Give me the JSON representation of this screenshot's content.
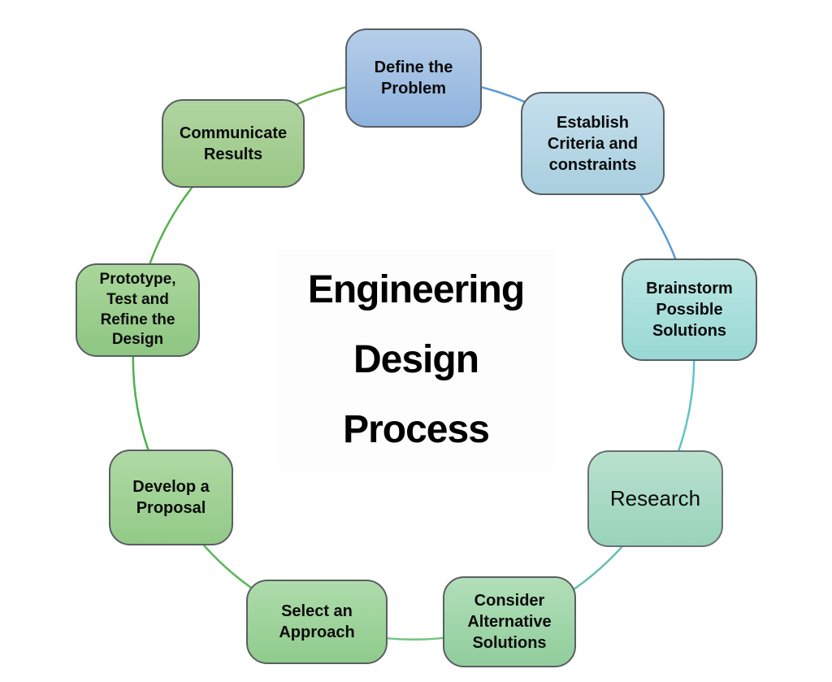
{
  "title": {
    "lines": [
      "Engineering",
      "Design",
      "Process"
    ],
    "color": "#000000"
  },
  "steps": [
    {
      "label": "Define the\nProblem",
      "fill_top": "#b6cee9",
      "fill_bottom": "#8eb2de",
      "border": "#5a5f63"
    },
    {
      "label": "Establish\nCriteria and\nconstraints",
      "fill_top": "#c5dfec",
      "fill_bottom": "#a9cfdf",
      "border": "#5a5f63"
    },
    {
      "label": "Brainstorm\nPossible\nSolutions",
      "fill_top": "#bde7e4",
      "fill_bottom": "#98d8d3",
      "border": "#5a5f63"
    },
    {
      "label": "Research",
      "fill_top": "#b8e1ce",
      "fill_bottom": "#99d3ba",
      "border": "#6b7073"
    },
    {
      "label": "Consider\nAlternative\nSolutions",
      "fill_top": "#b1dfb8",
      "fill_bottom": "#91cd9c",
      "border": "#5a5f63"
    },
    {
      "label": "Select an\nApproach",
      "fill_top": "#aedcab",
      "fill_bottom": "#8fcb8c",
      "border": "#5a5f63"
    },
    {
      "label": "Develop a\nProposal",
      "fill_top": "#afd9a4",
      "fill_bottom": "#92ca87",
      "border": "#5a5f63"
    },
    {
      "label": "Prototype,\nTest and\nRefine the\nDesign",
      "fill_top": "#aad79b",
      "fill_bottom": "#8ec682",
      "border": "#5a5f63"
    },
    {
      "label": "Communicate\nResults",
      "fill_top": "#b0d5a0",
      "fill_bottom": "#9ac786",
      "border": "#5a5f63"
    }
  ],
  "connectors": [
    {
      "from": "Define the Problem",
      "to": "Establish Criteria and constraints",
      "color": "#5b9bd5"
    },
    {
      "from": "Establish Criteria and constraints",
      "to": "Brainstorm Possible Solutions",
      "color": "#5b9bd5"
    },
    {
      "from": "Brainstorm Possible Solutions",
      "to": "Research",
      "color": "#5fc3cb"
    },
    {
      "from": "Research",
      "to": "Consider Alternative Solutions",
      "color": "#66c2a8"
    },
    {
      "from": "Consider Alternative Solutions",
      "to": "Select an Approach",
      "color": "#6fc380"
    },
    {
      "from": "Select an Approach",
      "to": "Develop a Proposal",
      "color": "#5cb85c"
    },
    {
      "from": "Develop a Proposal",
      "to": "Prototype, Test and Refine the Design",
      "color": "#4db050"
    },
    {
      "from": "Prototype, Test and Refine the Design",
      "to": "Communicate Results",
      "color": "#55b24c"
    },
    {
      "from": "Communicate Results",
      "to": "Define the Problem",
      "color": "#6aad49"
    }
  ]
}
